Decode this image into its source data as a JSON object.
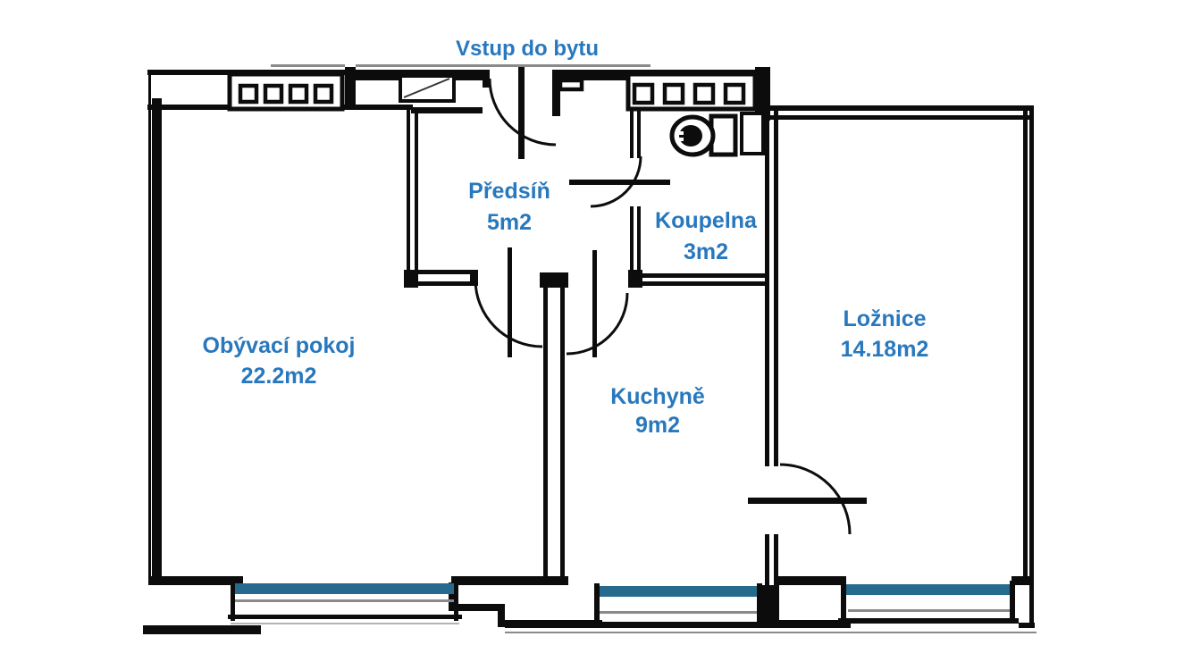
{
  "entrance": {
    "label": "Vstup do bytu"
  },
  "rooms": [
    {
      "id": "living-room",
      "name": "Obývací pokoj",
      "area": "22.2m2"
    },
    {
      "id": "hallway",
      "name": "Předsíň",
      "area": "5m2"
    },
    {
      "id": "bathroom",
      "name": "Koupelna",
      "area": "3m2"
    },
    {
      "id": "kitchen",
      "name": "Kuchyně",
      "area": "9m2"
    },
    {
      "id": "bedroom",
      "name": "Ložnice",
      "area": "14.18m2"
    }
  ],
  "colors": {
    "label_blue": "#2878BE",
    "window_teal": "#266B8E",
    "wall_black": "#0C0C0C"
  }
}
